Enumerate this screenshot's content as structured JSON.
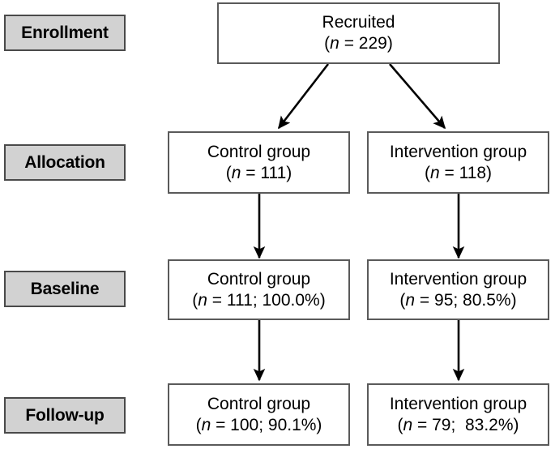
{
  "figure": {
    "type": "consort-flow-diagram",
    "background_color": "#ffffff",
    "box_border_color": "#5a5a5a",
    "label_fill_color": "#d2d2d2",
    "label_border_color": "#4a4a4a",
    "arrow_color": "#000000"
  },
  "stages": [
    {
      "label": "Enrollment"
    },
    {
      "label": "Allocation"
    },
    {
      "label": "Baseline"
    },
    {
      "label": "Follow-up"
    }
  ],
  "nodes": {
    "recruited": {
      "title": "Recruited",
      "detail_prefix": "(",
      "detail_italic": "n",
      "detail_rest": " = 229)",
      "n": 229
    },
    "allocation_control": {
      "title": "Control group",
      "detail_prefix": "(",
      "detail_italic": "n",
      "detail_rest": " = 111)",
      "n": 111
    },
    "allocation_intervention": {
      "title": "Intervention group",
      "detail_prefix": "(",
      "detail_italic": "n",
      "detail_rest": " = 118)",
      "n": 118
    },
    "baseline_control": {
      "title": "Control group",
      "detail_prefix": "(",
      "detail_italic": "n",
      "detail_rest": " = 111; 100.0%)",
      "n": 111,
      "percent": 100.0
    },
    "baseline_intervention": {
      "title": "Intervention group",
      "detail_prefix": "(",
      "detail_italic": "n",
      "detail_rest": " = 95; 80.5%)",
      "n": 95,
      "percent": 80.5
    },
    "followup_control": {
      "title": "Control group",
      "detail_prefix": "(",
      "detail_italic": "n",
      "detail_rest": " = 100; 90.1%)",
      "n": 100,
      "percent": 90.1
    },
    "followup_intervention": {
      "title": "Intervention group",
      "detail_prefix": "(",
      "detail_italic": "n",
      "detail_rest": " = 79;  83.2%)",
      "n": 79,
      "percent": 83.2
    }
  }
}
